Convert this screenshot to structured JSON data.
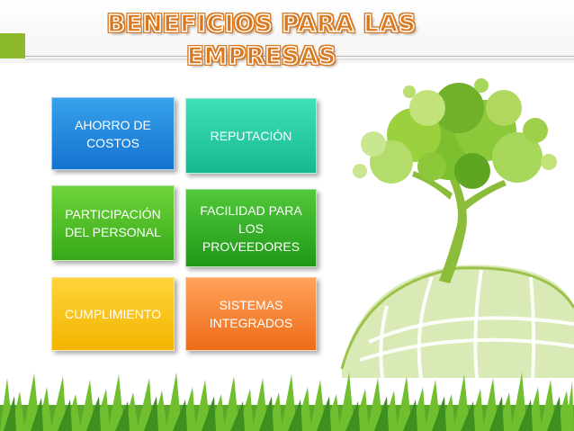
{
  "header": {
    "title": "BENEFICIOS PARA LAS EMPRESAS"
  },
  "benefits": [
    {
      "label": "AHORRO DE COSTOS"
    },
    {
      "label": "REPUTACIÓN"
    },
    {
      "label": "PARTICIPACIÓN DEL PERSONAL"
    },
    {
      "label": "FACILIDAD PARA LOS PROVEEDORES"
    },
    {
      "label": "CUMPLIMIENTO"
    },
    {
      "label": "SISTEMAS INTEGRADOS"
    }
  ],
  "colors": {
    "accent_green": "#8dba2a",
    "title_orange": "#e07a1c",
    "box_blue": "#1e86dd",
    "box_teal": "#22c9a0",
    "box_green": "#45b824",
    "box_yellow": "#f7c21a",
    "box_orange": "#f27e2a"
  },
  "illustration": {
    "tree": "green-tree-on-globe",
    "grass": "grass-strip"
  }
}
